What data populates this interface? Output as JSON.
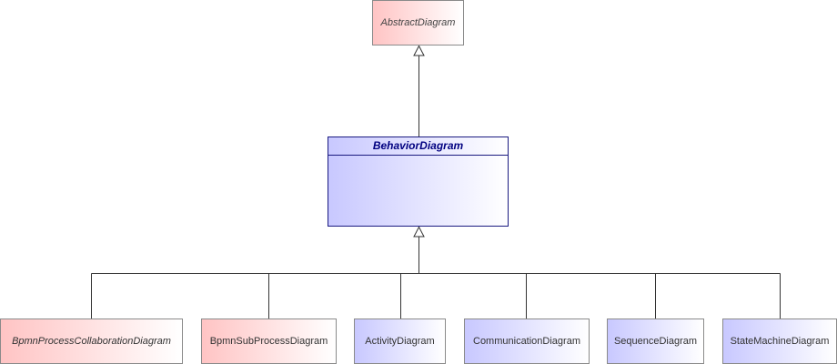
{
  "diagram": {
    "parent": {
      "name": "AbstractDiagram"
    },
    "center": {
      "name": "BehaviorDiagram"
    },
    "children": [
      {
        "name": "BpmnProcessCollaborationDiagram"
      },
      {
        "name": "BpmnSubProcessDiagram"
      },
      {
        "name": "ActivityDiagram"
      },
      {
        "name": "CommunicationDiagram"
      },
      {
        "name": "SequenceDiagram"
      },
      {
        "name": "StateMachineDiagram"
      }
    ],
    "colors": {
      "external_fill": "#ffc4c4",
      "internal_fill": "#c8c8ff",
      "abstract_border": "#1a1a80",
      "abstract_text": "#000080",
      "line": "#333333"
    }
  }
}
